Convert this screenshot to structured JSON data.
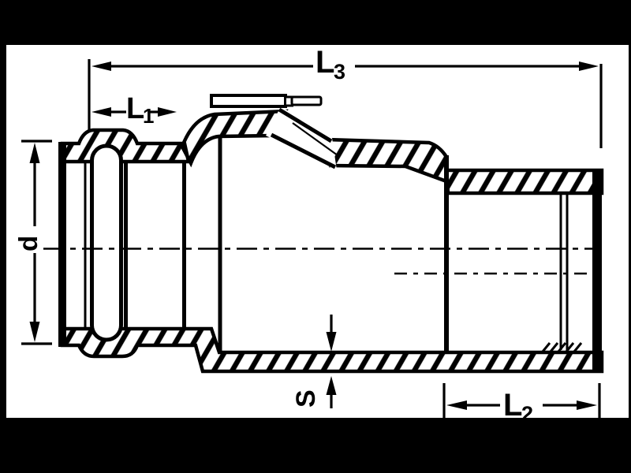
{
  "figure": {
    "kind": "technical sectional drawing",
    "subject": "pipe coupling / fitting cross-section with dimension callouts",
    "labels": {
      "L3": {
        "base": "L",
        "sub": "3"
      },
      "L1": {
        "base": "L",
        "sub": "1"
      },
      "L2": {
        "base": "L",
        "sub": "2"
      },
      "d": {
        "base": "d"
      },
      "S": {
        "base": "S"
      }
    },
    "colors": {
      "ink": "#000000",
      "paper": "#ffffff",
      "scan_border": "#000000"
    }
  }
}
